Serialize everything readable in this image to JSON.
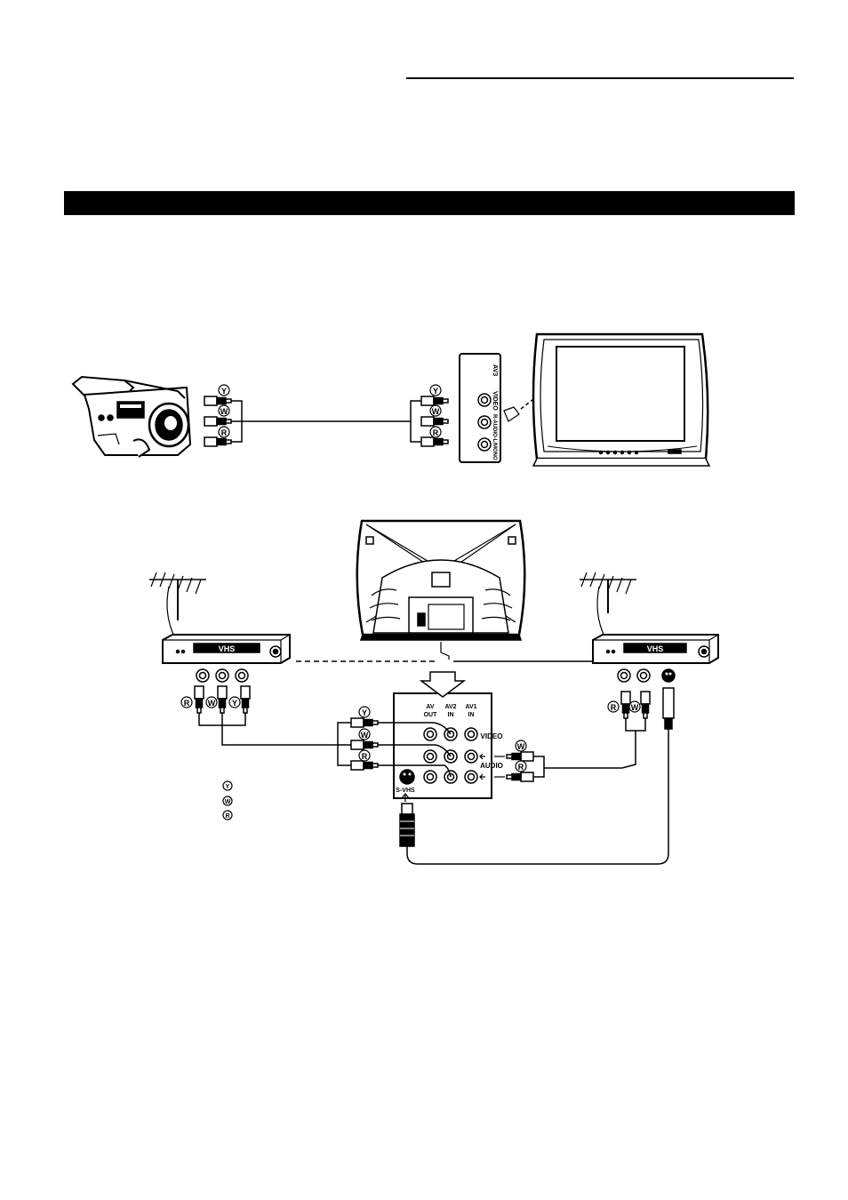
{
  "connectors": {
    "yellow": "Y",
    "white": "W",
    "red": "R"
  },
  "tv_side_panel": {
    "video": "VIDEO",
    "audio": "R-AUDIO-L/MONO",
    "switch": "AV3"
  },
  "vcr": {
    "label": "VHS"
  },
  "av_panel": {
    "col_out": [
      "AV",
      "OUT"
    ],
    "col_av2": [
      "AV2",
      "IN"
    ],
    "col_av1": [
      "AV1",
      "IN"
    ],
    "video": "VIDEO",
    "audio": "AUDIO",
    "svhs": "S-VHS"
  },
  "colors": {
    "ink": "#000000",
    "paper": "#ffffff",
    "header_bar": "#000000"
  }
}
